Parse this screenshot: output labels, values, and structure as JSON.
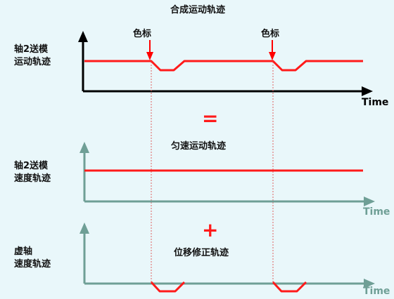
{
  "diagram": {
    "title": "合成运动轨迹",
    "equals_symbol": "=",
    "plus_symbol": "+",
    "mark_label": "色标",
    "time_label": "Time",
    "panels": {
      "top": {
        "label_line1": "轴2送模",
        "label_line2": "运动轨迹"
      },
      "middle": {
        "caption": "匀速运动轨迹",
        "label_line1": "轴2送模",
        "label_line2": "速度轨迹"
      },
      "bottom": {
        "caption": "位移修正轨迹",
        "label_line1": "虚轴",
        "label_line2": "速度轨迹"
      }
    },
    "colors": {
      "signal": "#ff1a1a",
      "axis_primary": "#000000",
      "axis_secondary": "#6f9f96",
      "guide": "#e06060",
      "arrow": "#ff0000"
    }
  }
}
